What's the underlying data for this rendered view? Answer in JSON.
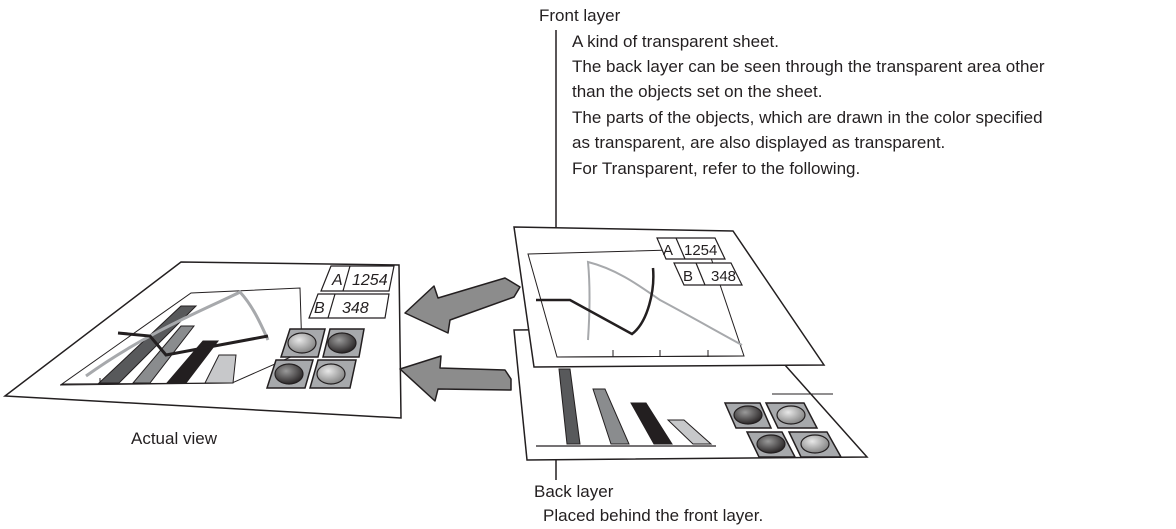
{
  "front_layer": {
    "title": "Front layer",
    "description": [
      "A kind of transparent sheet.",
      "The back layer can be seen through the transparent area other",
      "than the objects set on the sheet.",
      "The parts of the objects, which are drawn in the color specified",
      "as transparent, are also displayed as transparent.",
      "For Transparent, refer to the following."
    ]
  },
  "back_layer": {
    "title": "Back layer",
    "description": "Placed behind the front layer."
  },
  "actual_view": {
    "label": "Actual view"
  },
  "readouts": {
    "a_label": "A",
    "a_value": "1254",
    "b_label": "B",
    "b_value": "348"
  },
  "colors": {
    "line": "#231f20",
    "arrow_fill": "#8c8c8c",
    "bar_dark": "#58595b",
    "bar_mid": "#8a8c8e",
    "bar_black": "#231f20",
    "bar_light": "#c7c8ca",
    "curve_gray": "#a7a9ac"
  }
}
